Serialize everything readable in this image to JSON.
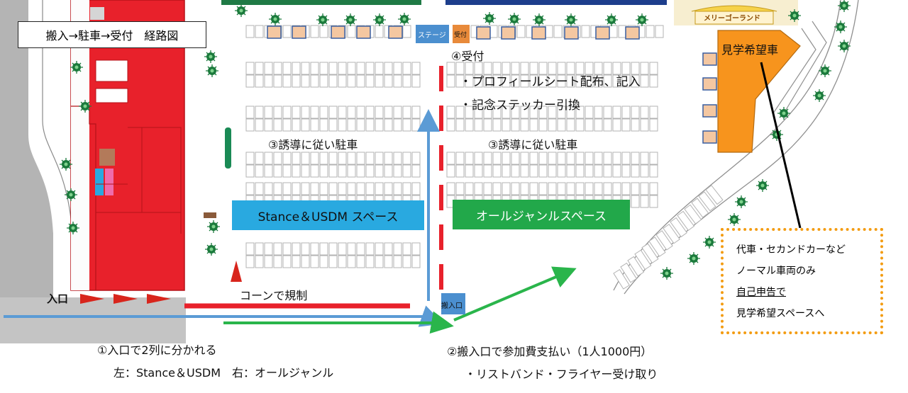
{
  "title": "搬入→駐車→受付　経路図",
  "venue_labels": {
    "merry_go_round": "メリーゴーランド",
    "stage": "ステージ",
    "reception_booth": "受付",
    "loading_gate": "搬入口",
    "entrance": "入口"
  },
  "zones": {
    "stance_usdm": "Stance＆USDM スペース",
    "all_genre": "オールジャンルスペース",
    "viewing_cars": "見学希望車"
  },
  "parking_guide_label": "③誘導に従い駐車",
  "cone_label": "コーンで規制",
  "steps": {
    "step1_title": "①入口で2列に分かれる",
    "step1_detail": "左：Stance＆USDM　右：オールジャンル",
    "step2_title": "②搬入口で参加費支払い（1人1000円）",
    "step2_detail": "・リストバンド・フライヤー受け取り",
    "step4_title": "④受付",
    "step4_items": [
      "・プロフィールシート配布、記入",
      "・記念ステッカー引換"
    ]
  },
  "notice": {
    "line1": "代車・セカンドカーなど",
    "line2": "ノーマル車両のみ",
    "line3": "自己申告で",
    "line4": "見学希望スペースへ"
  },
  "colors": {
    "building_red": "#e8212b",
    "stance_zone": "#29a9e0",
    "all_genre_zone": "#22a84a",
    "viewing_zone": "#f7941d",
    "route_blue": "#5b9bd5",
    "route_green": "#2ab54b",
    "cone_red": "#e8212b",
    "notice_border": "#f39c12"
  }
}
